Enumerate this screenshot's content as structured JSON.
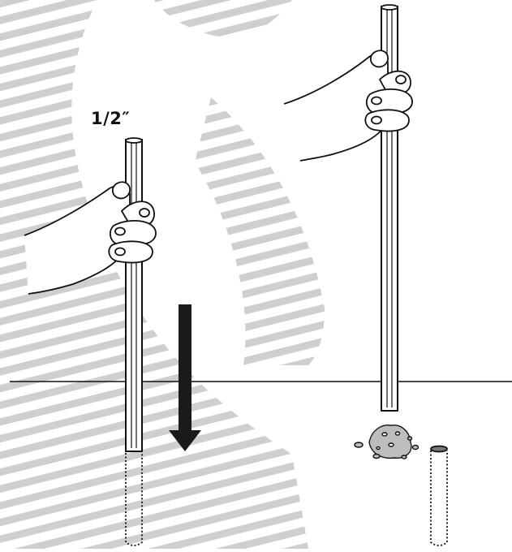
{
  "diagram": {
    "pipe_diameter_label": "1/2″",
    "colors": {
      "background": "#ffffff",
      "stripe": "#cfcfcf",
      "ink": "#111111",
      "arrow": "#1a1a1a",
      "rock": "#bdbdbd"
    },
    "elements": [
      "left-pipe",
      "left-hand",
      "down-arrow",
      "ground-line",
      "right-pipe",
      "right-hand",
      "soil-plug",
      "pipe-hole"
    ]
  }
}
